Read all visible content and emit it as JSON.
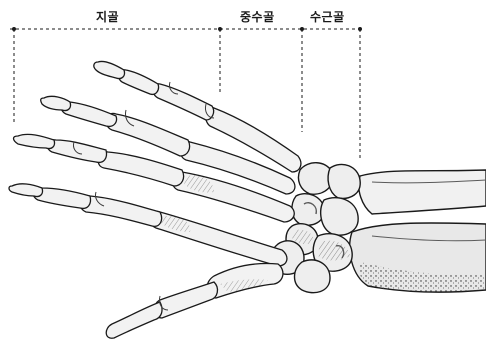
{
  "labels": {
    "phalanges": "지골",
    "metacarpals": "중수골",
    "carpals": "수근골"
  },
  "colors": {
    "ink": "#1a1a1a",
    "bone_fill": "#f1f1f1",
    "bone_shadow": "#5a5a5a",
    "background": "#ffffff"
  }
}
